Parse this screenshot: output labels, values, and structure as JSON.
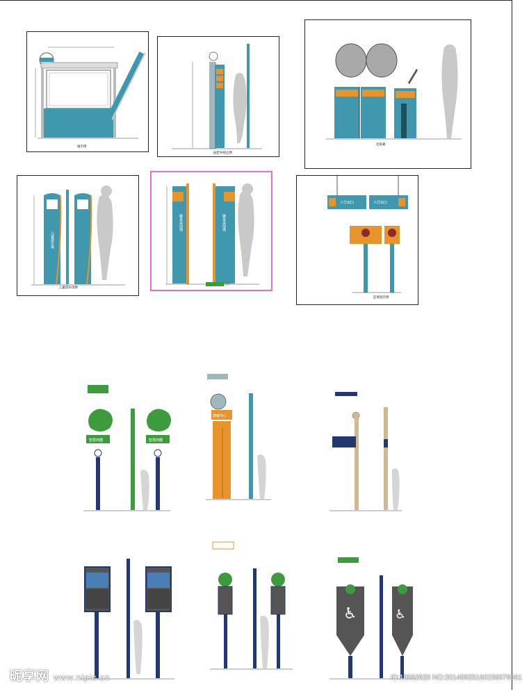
{
  "sheet": {
    "top_row": [
      {
        "id": "p1",
        "caption": "展示牌"
      },
      {
        "id": "p2",
        "caption": "园区导视立牌"
      },
      {
        "id": "p3",
        "caption": "垃圾箱"
      }
    ],
    "mid_row": [
      {
        "id": "p4",
        "caption": "儿童游乐场牌",
        "sign_text": "儿童游乐场"
      },
      {
        "id": "p5",
        "caption": "健身运动场",
        "sign_text": "健身运动场",
        "label": "健身运动场牌"
      },
      {
        "id": "p6",
        "caption": "区域指示牌",
        "arrow_left_text": "人行出口",
        "arrow_right_text": "人行出口"
      }
    ],
    "lower_designs": [
      {
        "id": "d1",
        "sign_text": "智慧商圈"
      },
      {
        "id": "d2",
        "sign_text": "智慧商圈"
      },
      {
        "id": "d3",
        "sign_text": "游客中心"
      },
      {
        "id": "d4",
        "sign_text": ""
      },
      {
        "id": "d5",
        "sign_text": ""
      },
      {
        "id": "d6",
        "sign_text": ""
      }
    ]
  },
  "watermark": {
    "logo": "昵享网",
    "url": "www.nipic.cn",
    "id_text": "ID:13592620 NO:20140925160239079361"
  },
  "colors": {
    "teal": "#3f98ad",
    "orange": "#e8942c",
    "navy": "#23386e",
    "green": "#3e9b3d",
    "gray_figure": "#c9c9c9",
    "selection": "#e56ae0"
  }
}
